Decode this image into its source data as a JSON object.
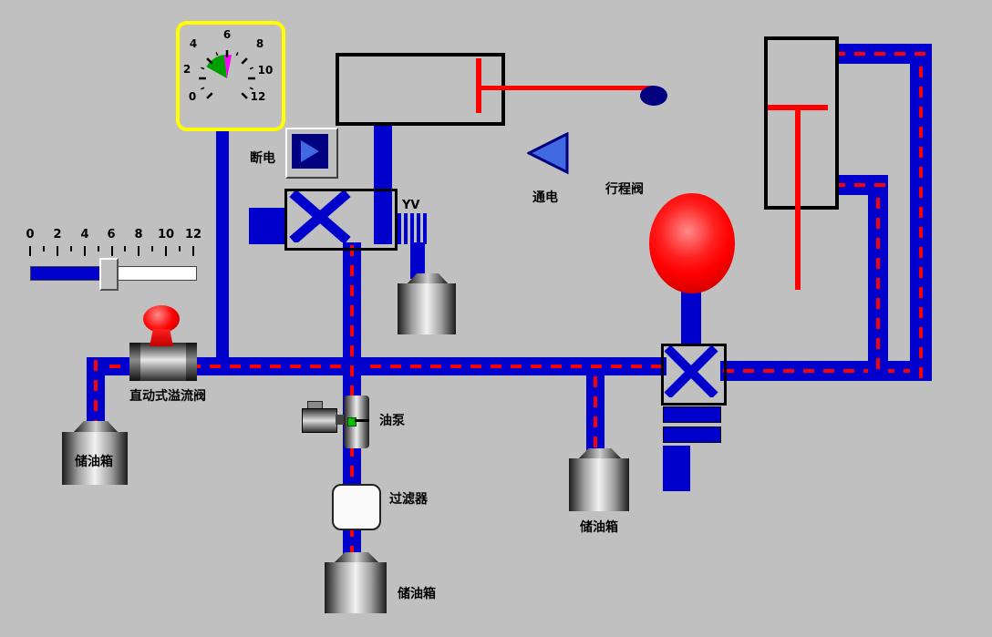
{
  "colors": {
    "background": "#c0c0c0",
    "pipe_blue": "#0000cd",
    "flow_dash_red": "#ff0000",
    "gauge_border_yellow": "#ffff00",
    "gauge_green_sector": "#00a000",
    "gauge_pointer_magenta": "#ff00ff",
    "ball_red": "#ff0000",
    "lever_navy": "#000080"
  },
  "gauge": {
    "tick_labels": [
      "0",
      "2",
      "4",
      "6",
      "8",
      "10",
      "12"
    ],
    "min": 0,
    "max": 12,
    "green_sector": [
      3.3,
      5.7
    ],
    "pointer_sector": [
      5.7,
      6.5
    ]
  },
  "slider": {
    "tick_labels": [
      "0",
      "2",
      "4",
      "6",
      "8",
      "10",
      "12"
    ],
    "min": 0,
    "max": 12,
    "value": 5.6
  },
  "labels": {
    "power_off": "断电",
    "power_on": "通电",
    "travel_valve": "行程阀",
    "solenoid": "YV",
    "relief_valve": "直动式溢流阀",
    "pump": "油泵",
    "filter": "过滤器",
    "tank_left": "储油箱",
    "tank_right": "储油箱",
    "tank_bottom": "储油箱"
  }
}
